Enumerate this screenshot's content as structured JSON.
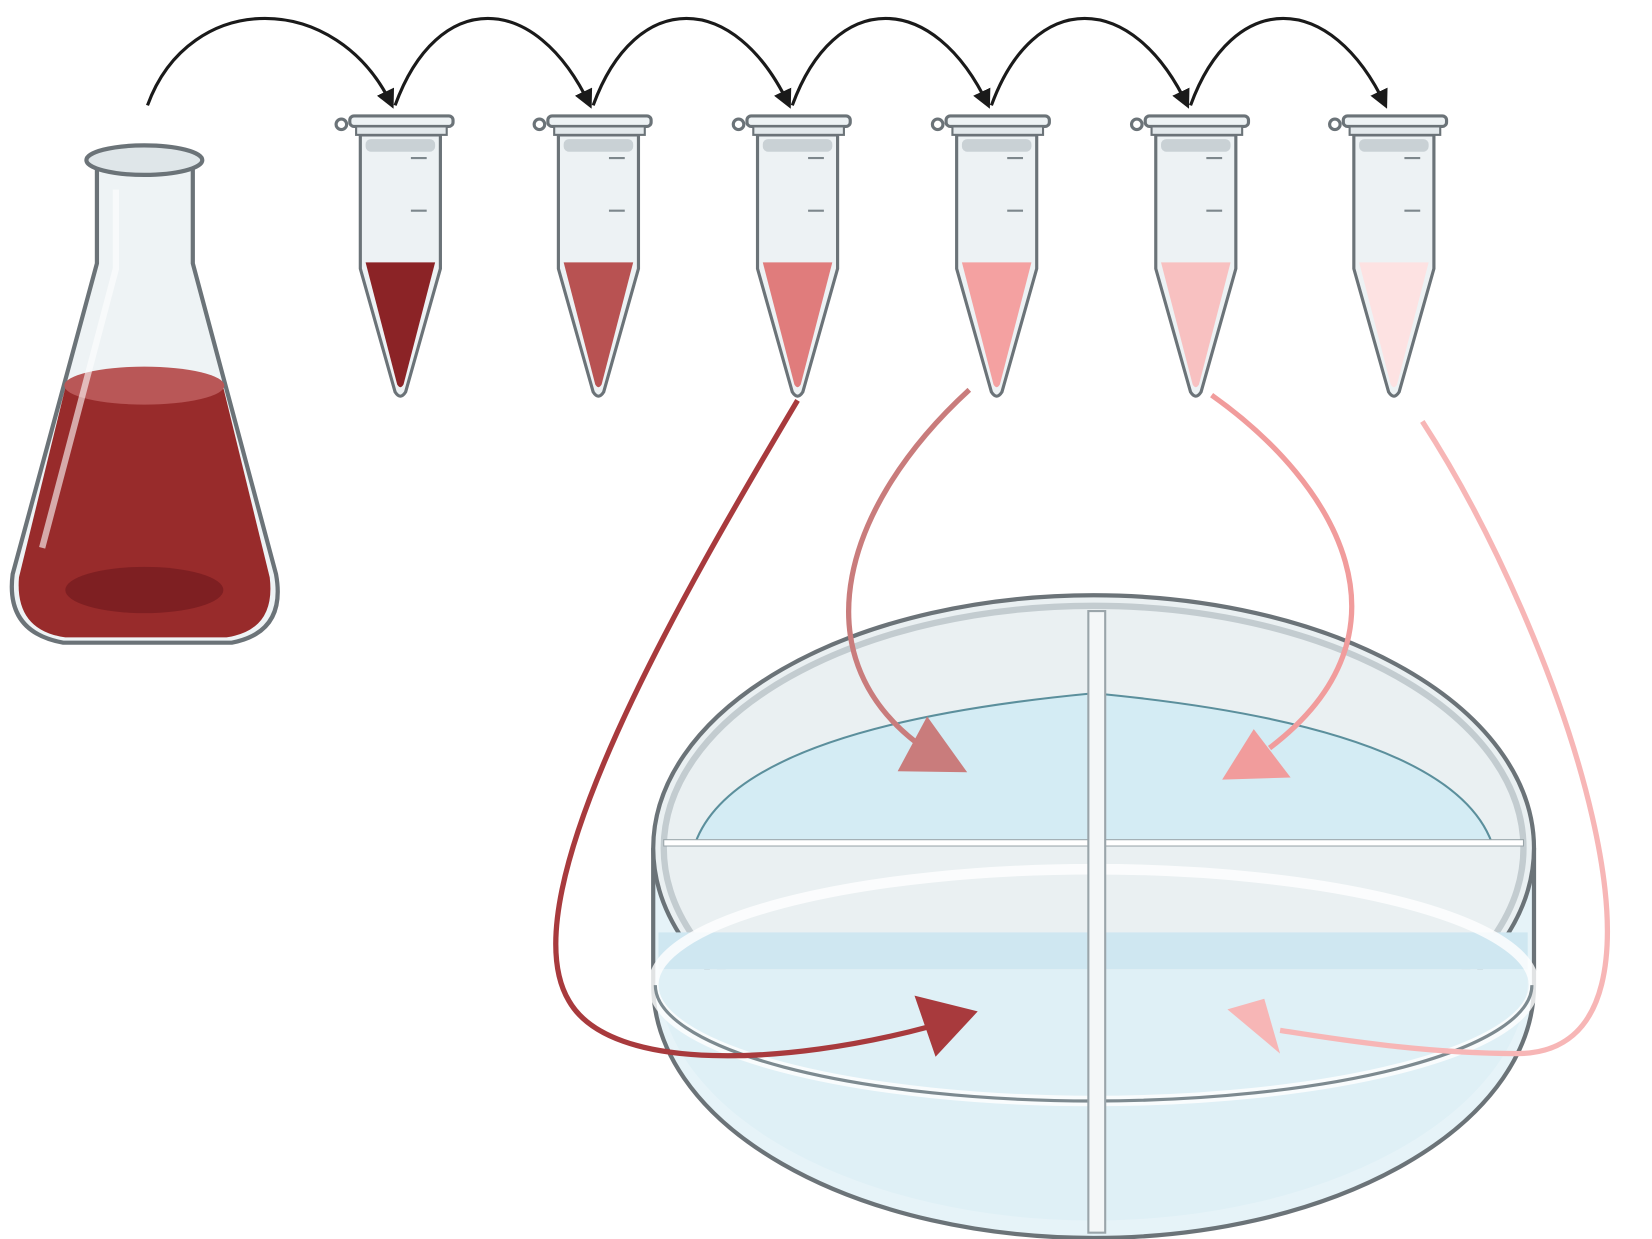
{
  "tube_liquid_colors": [
    "#8b2326",
    "#b85252",
    "#e07c7c",
    "#f4a1a1",
    "#f8c1c1",
    "#fde2e2"
  ],
  "flask_liquid_color": "#982b2b",
  "transfer_arrow_color": "#1a1a1a",
  "plating_arrows": [
    {
      "from_tube": 3,
      "quadrant": "bottom-left",
      "color": "#a83a3d"
    },
    {
      "from_tube": 4,
      "quadrant": "top-left",
      "color": "#c97c7c"
    },
    {
      "from_tube": 5,
      "quadrant": "top-right",
      "color": "#f19c9c"
    },
    {
      "from_tube": 6,
      "quadrant": "bottom-right",
      "color": "#f7b6b6"
    }
  ],
  "agar_color": "#d4ecf4"
}
